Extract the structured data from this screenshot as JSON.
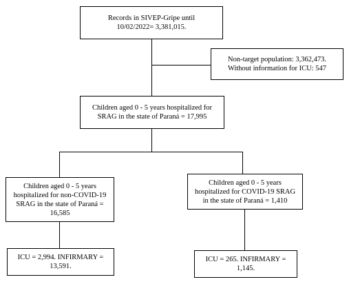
{
  "boxes": {
    "records": {
      "lines": [
        "Records in SIVEP-Gripe until",
        "10/02/2022= 3,381,015."
      ]
    },
    "excluded": {
      "lines": [
        "Non-target population: 3,362,473.",
        "Without information for ICU: 547"
      ]
    },
    "children_total": {
      "lines": [
        "Children aged 0 - 5 years hospitalized for",
        "SRAG in the state of Paraná = 17,995"
      ]
    },
    "non_covid": {
      "lines": [
        "Children aged 0 - 5 years",
        "hospitalized for non-COVID-19",
        "SRAG in the state of Paraná =",
        "16,585"
      ]
    },
    "covid": {
      "lines": [
        "Children aged 0 - 5 years",
        "hospitalized for COVID-19 SRAG",
        "in the state of Paraná = 1,410"
      ]
    },
    "non_covid_outcome": {
      "lines": [
        "ICU = 2,994. INFIRMARY =",
        "13,591."
      ]
    },
    "covid_outcome": {
      "lines": [
        "ICU = 265. INFIRMARY =",
        "1,145."
      ]
    }
  }
}
